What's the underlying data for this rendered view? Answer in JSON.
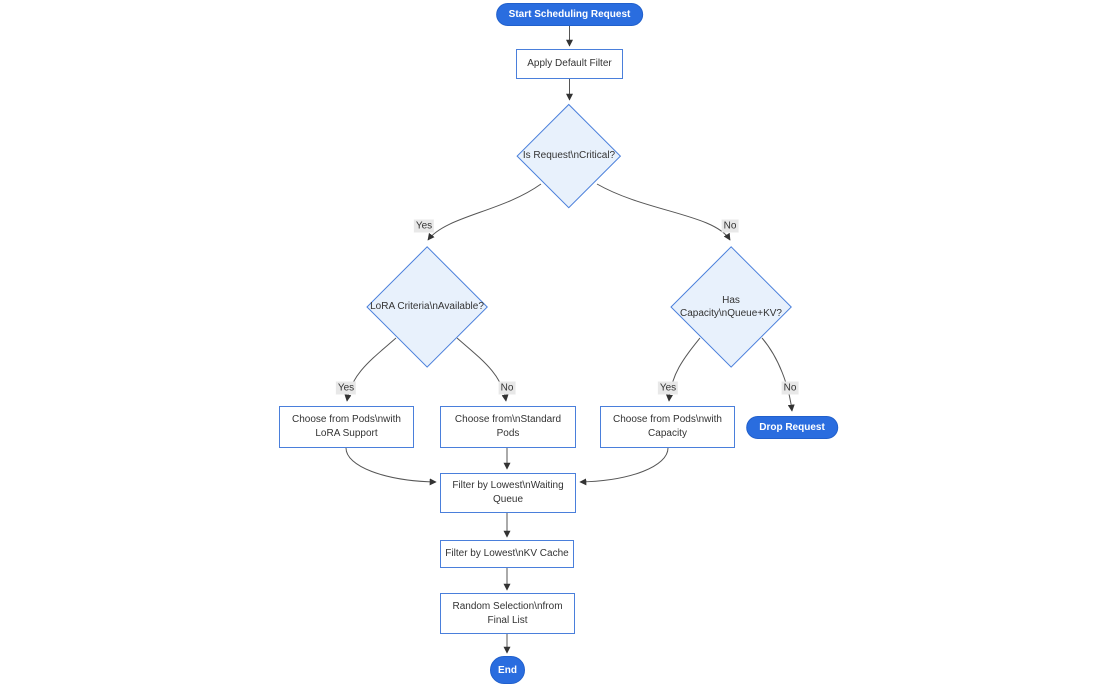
{
  "diagram": {
    "type": "flowchart",
    "direction": "top-down"
  },
  "colors": {
    "accent_blue": "#2a6ddf",
    "node_border": "#4a7fdb",
    "diamond_fill": "#e8f1fc",
    "node_fill": "#ffffff",
    "edge_line": "#555555",
    "arrowhead": "#333333",
    "edge_label_bg": "#e8e8e8",
    "text": "#333333",
    "pill_text": "#ffffff"
  },
  "nodes": {
    "start": {
      "label": "Start Scheduling Request",
      "shape": "pill"
    },
    "apply_default_filter": {
      "label": "Apply Default Filter",
      "shape": "rect"
    },
    "is_request_critical": {
      "label": "Is Request\\nCritical?",
      "shape": "diamond"
    },
    "lora_criteria_available": {
      "label": "LoRA Criteria\\nAvailable?",
      "shape": "diamond"
    },
    "has_capacity_queue_kv": {
      "label": "Has Capacity\\nQueue+KV?",
      "shape": "diamond"
    },
    "choose_pods_lora": {
      "label": "Choose from Pods\\nwith\nLoRA Support",
      "shape": "rect"
    },
    "choose_standard_pods": {
      "label": "Choose from\\nStandard\nPods",
      "shape": "rect"
    },
    "choose_pods_capacity": {
      "label": "Choose from Pods\\nwith\nCapacity",
      "shape": "rect"
    },
    "drop_request": {
      "label": "Drop Request",
      "shape": "pill"
    },
    "filter_waiting_queue": {
      "label": "Filter by Lowest\\nWaiting\nQueue",
      "shape": "rect"
    },
    "filter_kv_cache": {
      "label": "Filter by Lowest\\nKV Cache",
      "shape": "rect"
    },
    "random_selection": {
      "label": "Random Selection\\nfrom\nFinal List",
      "shape": "rect"
    },
    "end": {
      "label": "End",
      "shape": "pill"
    }
  },
  "edges": [
    {
      "from": "start",
      "to": "apply_default_filter",
      "label": ""
    },
    {
      "from": "apply_default_filter",
      "to": "is_request_critical",
      "label": ""
    },
    {
      "from": "is_request_critical",
      "to": "lora_criteria_available",
      "label": "Yes"
    },
    {
      "from": "is_request_critical",
      "to": "has_capacity_queue_kv",
      "label": "No"
    },
    {
      "from": "lora_criteria_available",
      "to": "choose_pods_lora",
      "label": "Yes"
    },
    {
      "from": "lora_criteria_available",
      "to": "choose_standard_pods",
      "label": "No"
    },
    {
      "from": "has_capacity_queue_kv",
      "to": "choose_pods_capacity",
      "label": "Yes"
    },
    {
      "from": "has_capacity_queue_kv",
      "to": "drop_request",
      "label": "No"
    },
    {
      "from": "choose_pods_lora",
      "to": "filter_waiting_queue",
      "label": ""
    },
    {
      "from": "choose_standard_pods",
      "to": "filter_waiting_queue",
      "label": ""
    },
    {
      "from": "choose_pods_capacity",
      "to": "filter_waiting_queue",
      "label": ""
    },
    {
      "from": "filter_waiting_queue",
      "to": "filter_kv_cache",
      "label": ""
    },
    {
      "from": "filter_kv_cache",
      "to": "random_selection",
      "label": ""
    },
    {
      "from": "random_selection",
      "to": "end",
      "label": ""
    }
  ]
}
